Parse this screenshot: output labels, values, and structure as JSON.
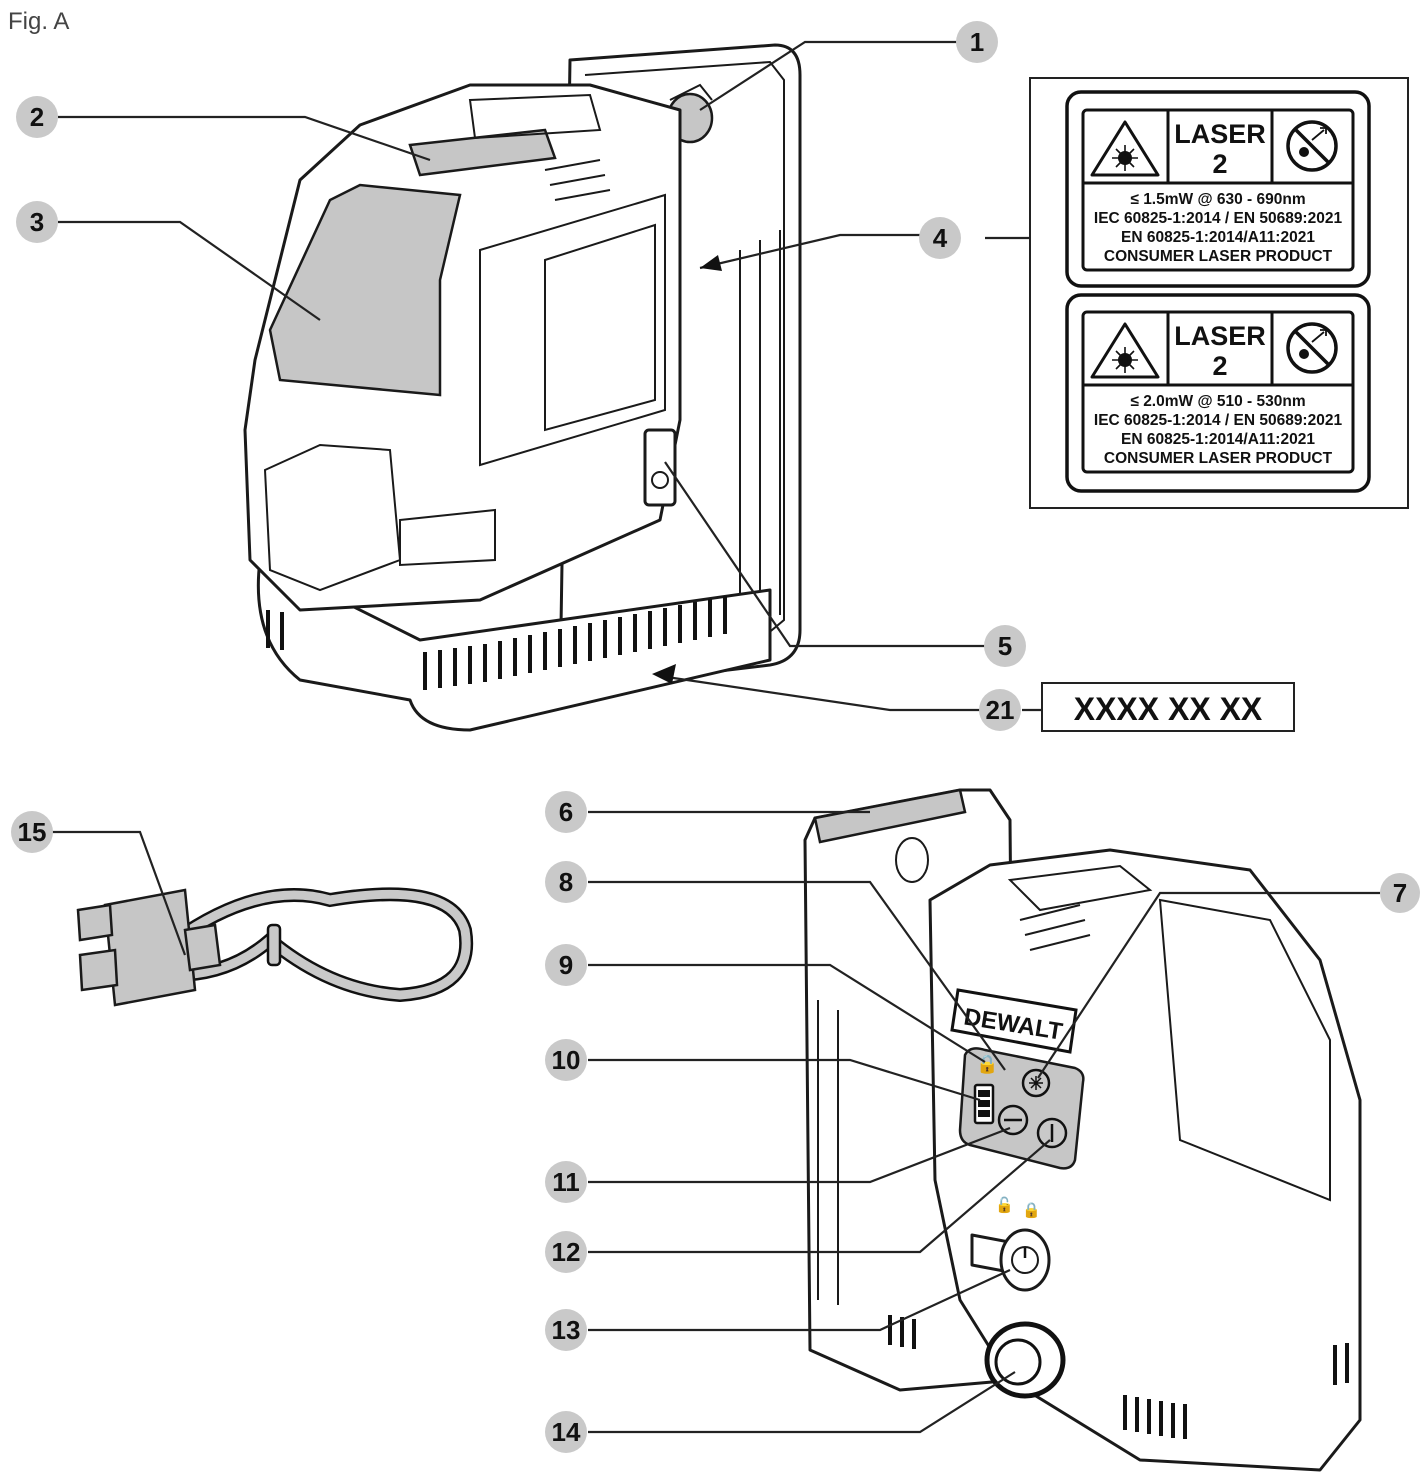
{
  "figure_title": "Fig. A",
  "callouts": [
    "1",
    "2",
    "3",
    "4",
    "5",
    "6",
    "7",
    "8",
    "9",
    "10",
    "11",
    "12",
    "13",
    "14",
    "15",
    "21"
  ],
  "warning_labels": [
    {
      "class_line1": "LASER",
      "class_line2": "2",
      "power_line": "≤ 1.5mW @ 630 - 690nm",
      "standard_line1": "IEC 60825-1:2014 / EN 50689:2021",
      "standard_line2": "EN 60825-1:2014/A11:2021",
      "product_line": "CONSUMER LASER PRODUCT"
    },
    {
      "class_line1": "LASER",
      "class_line2": "2",
      "power_line": "≤ 2.0mW @ 510 - 530nm",
      "standard_line1": "IEC 60825-1:2014 / EN 50689:2021",
      "standard_line2": "EN 60825-1:2014/A11:2021",
      "product_line": "CONSUMER LASER PRODUCT"
    }
  ],
  "date_code": "XXXX XX XX",
  "brand_logo": "DEWALT",
  "icons": [
    "laser-warning-icon",
    "do-not-stare-icon",
    "lock-icon",
    "unlock-icon",
    "battery-icon",
    "power-button-icon",
    "laser-button-icon",
    "usb-cable-icon"
  ]
}
